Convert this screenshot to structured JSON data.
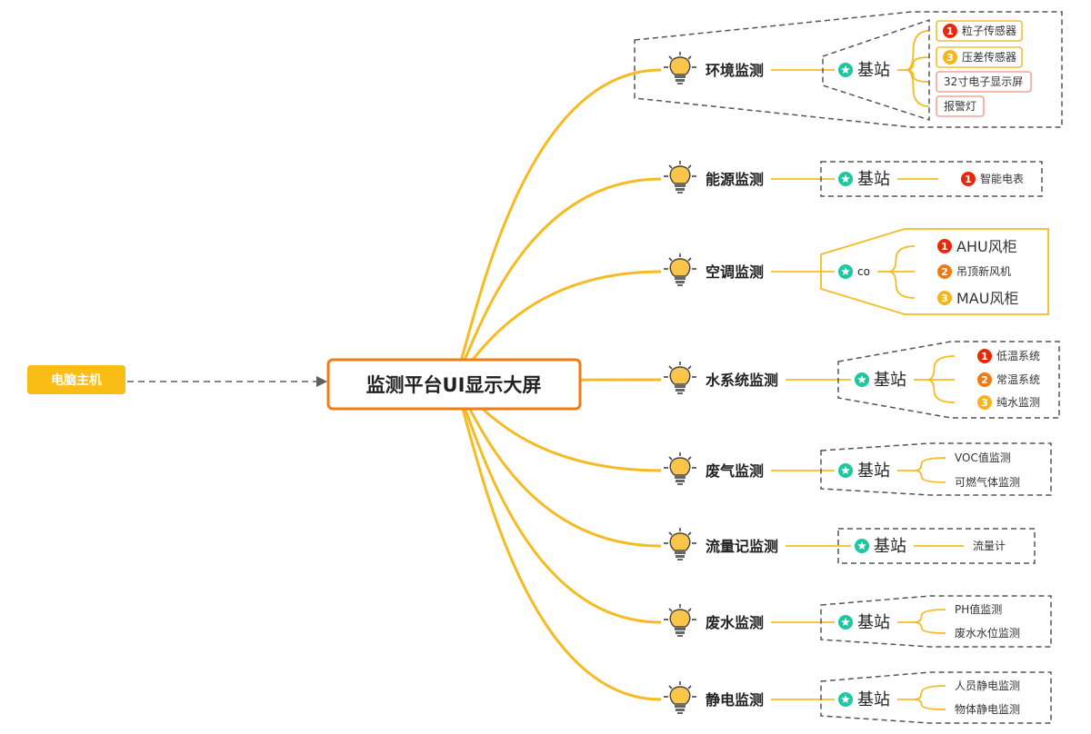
{
  "source": {
    "label": "电脑主机"
  },
  "root": {
    "label": "监测平台UI显示大屏"
  },
  "colors": {
    "line": "#f6bb23",
    "root_border": "#f07d13",
    "source_fill": "#f9bd16",
    "dash": "#5f5f5f",
    "star": "#1dc8a0",
    "badge_red": "#e8280c",
    "badge_orange": "#ef7b14",
    "badge_yellow": "#f5b51d",
    "leaf_border_yellow": "#f7bd33",
    "leaf_border_pink": "#f3a49a"
  },
  "branches": [
    {
      "label": "环境监测",
      "hub": "基站",
      "icon": "lightbulb-icon",
      "leaves": [
        {
          "label": "粒子传感器",
          "badge": "1",
          "badge_color": "badge_red",
          "border": "leaf_border_yellow"
        },
        {
          "label": "压差传感器",
          "badge": "3",
          "badge_color": "badge_yellow",
          "border": "leaf_border_yellow"
        },
        {
          "label": "32寸电子显示屏",
          "border": "leaf_border_pink"
        },
        {
          "label": "报警灯",
          "border": "leaf_border_pink"
        }
      ]
    },
    {
      "label": "能源监测",
      "hub": "基站",
      "icon": "lightbulb-icon",
      "leaves": [
        {
          "label": "智能电表",
          "badge": "1",
          "badge_color": "badge_red"
        }
      ]
    },
    {
      "label": "空调监测",
      "hub": "co",
      "icon": "lightbulb-icon",
      "leaves": [
        {
          "label": "AHU风柜",
          "badge": "1",
          "badge_color": "badge_red"
        },
        {
          "label": "吊顶新风机",
          "badge": "2",
          "badge_color": "badge_orange"
        },
        {
          "label": "MAU风柜",
          "badge": "3",
          "badge_color": "badge_yellow"
        }
      ]
    },
    {
      "label": "水系统监测",
      "hub": "基站",
      "icon": "lightbulb-icon",
      "leaves": [
        {
          "label": "低温系统",
          "badge": "1",
          "badge_color": "badge_red"
        },
        {
          "label": "常温系统",
          "badge": "2",
          "badge_color": "badge_orange"
        },
        {
          "label": "纯水监测",
          "badge": "3",
          "badge_color": "badge_yellow"
        }
      ]
    },
    {
      "label": "废气监测",
      "hub": "基站",
      "icon": "lightbulb-icon",
      "leaves": [
        {
          "label": "VOC值监测"
        },
        {
          "label": "可燃气体监测"
        }
      ]
    },
    {
      "label": "流量记监测",
      "hub": "基站",
      "icon": "lightbulb-icon",
      "leaves": [
        {
          "label": "流量计"
        }
      ]
    },
    {
      "label": "废水监测",
      "hub": "基站",
      "icon": "lightbulb-icon",
      "leaves": [
        {
          "label": "PH值监测"
        },
        {
          "label": "废水水位监测"
        }
      ]
    },
    {
      "label": "静电监测",
      "hub": "基站",
      "icon": "lightbulb-icon",
      "leaves": [
        {
          "label": "人员静电监测"
        },
        {
          "label": "物体静电监测"
        }
      ]
    }
  ]
}
